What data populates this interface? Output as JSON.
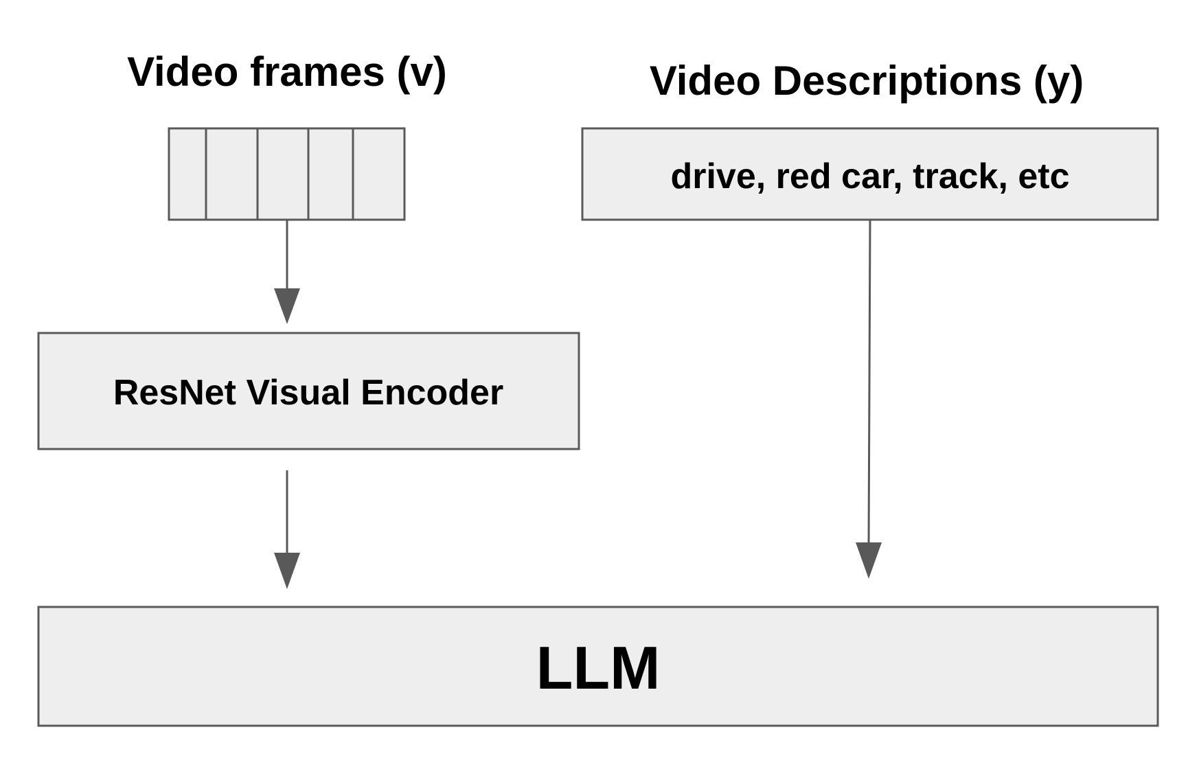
{
  "colors": {
    "box_fill": "#eeeeee",
    "stroke": "#595959",
    "text": "#000000"
  },
  "nodes": {
    "frames_title": "Video frames (v)",
    "descriptions_title": "Video Descriptions (y)",
    "descriptions_box": "drive, red car, track, etc",
    "encoder": "ResNet Visual Encoder",
    "llm": "LLM"
  },
  "frames": {
    "count": 5
  },
  "edges": [
    {
      "from": "Video frames (v)",
      "to": "ResNet Visual Encoder"
    },
    {
      "from": "ResNet Visual Encoder",
      "to": "LLM"
    },
    {
      "from": "Video Descriptions (y)",
      "to": "LLM"
    }
  ]
}
